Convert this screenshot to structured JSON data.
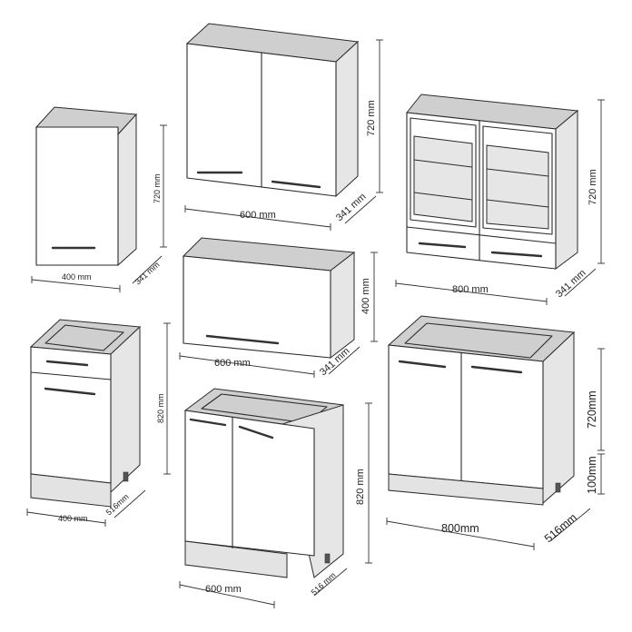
{
  "cabinets": [
    {
      "id": "wall-400",
      "width_label": "400 mm",
      "height_label": "720 mm",
      "depth_label": "341 mm"
    },
    {
      "id": "wall-600",
      "width_label": "600 mm",
      "height_label": "720 mm",
      "depth_label": "341 mm"
    },
    {
      "id": "wall-glass-800",
      "width_label": "800 mm",
      "height_label": "720 mm",
      "depth_label": "341 mm"
    },
    {
      "id": "wall-hood-600",
      "width_label": "600 mm",
      "height_label": "400 mm",
      "depth_label": "341 mm"
    },
    {
      "id": "base-drawer-400",
      "width_label": "400 mm",
      "height_label": "820 mm",
      "depth_label": "516mm"
    },
    {
      "id": "base-600",
      "width_label": "600 mm",
      "height_label": "820 mm",
      "depth_label": "516 mm"
    },
    {
      "id": "sink-base-800",
      "width_label": "800mm",
      "height_label": "720mm",
      "plinth_label": "100mm",
      "depth_label": "516mm"
    }
  ]
}
